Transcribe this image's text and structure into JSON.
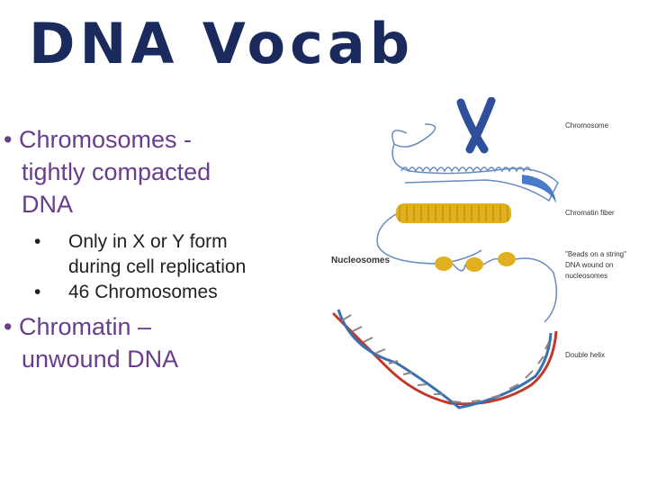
{
  "slide": {
    "title": "DNA Vocab",
    "bullet1": {
      "line1": "Chromosomes -",
      "line2": "tightly compacted",
      "line3": "DNA",
      "sub": [
        {
          "text": "Only in X or Y form",
          "cont": "during cell replication"
        },
        {
          "text": "46 Chromosomes",
          "cont": ""
        }
      ]
    },
    "bullet2": {
      "line1": "Chromatin –",
      "line2": "unwound DNA"
    }
  },
  "figure": {
    "labels": {
      "chromosome": "Chromosome",
      "chromatin_fiber": "Chromatin fiber",
      "nucleosomes": "Nucleosomes",
      "beads1": "\"Beads on a string\"",
      "beads2": "DNA wound on",
      "beads3": "nucleosomes",
      "double_helix": "Double helix"
    }
  },
  "colors": {
    "title": "#1a2a5c",
    "bullet_text": "#6a3d8c",
    "chromosome": "#2f4f9a",
    "nucleosome": "#e0b020",
    "helix_red": "#c0392b",
    "helix_blue": "#3a6fb0"
  }
}
